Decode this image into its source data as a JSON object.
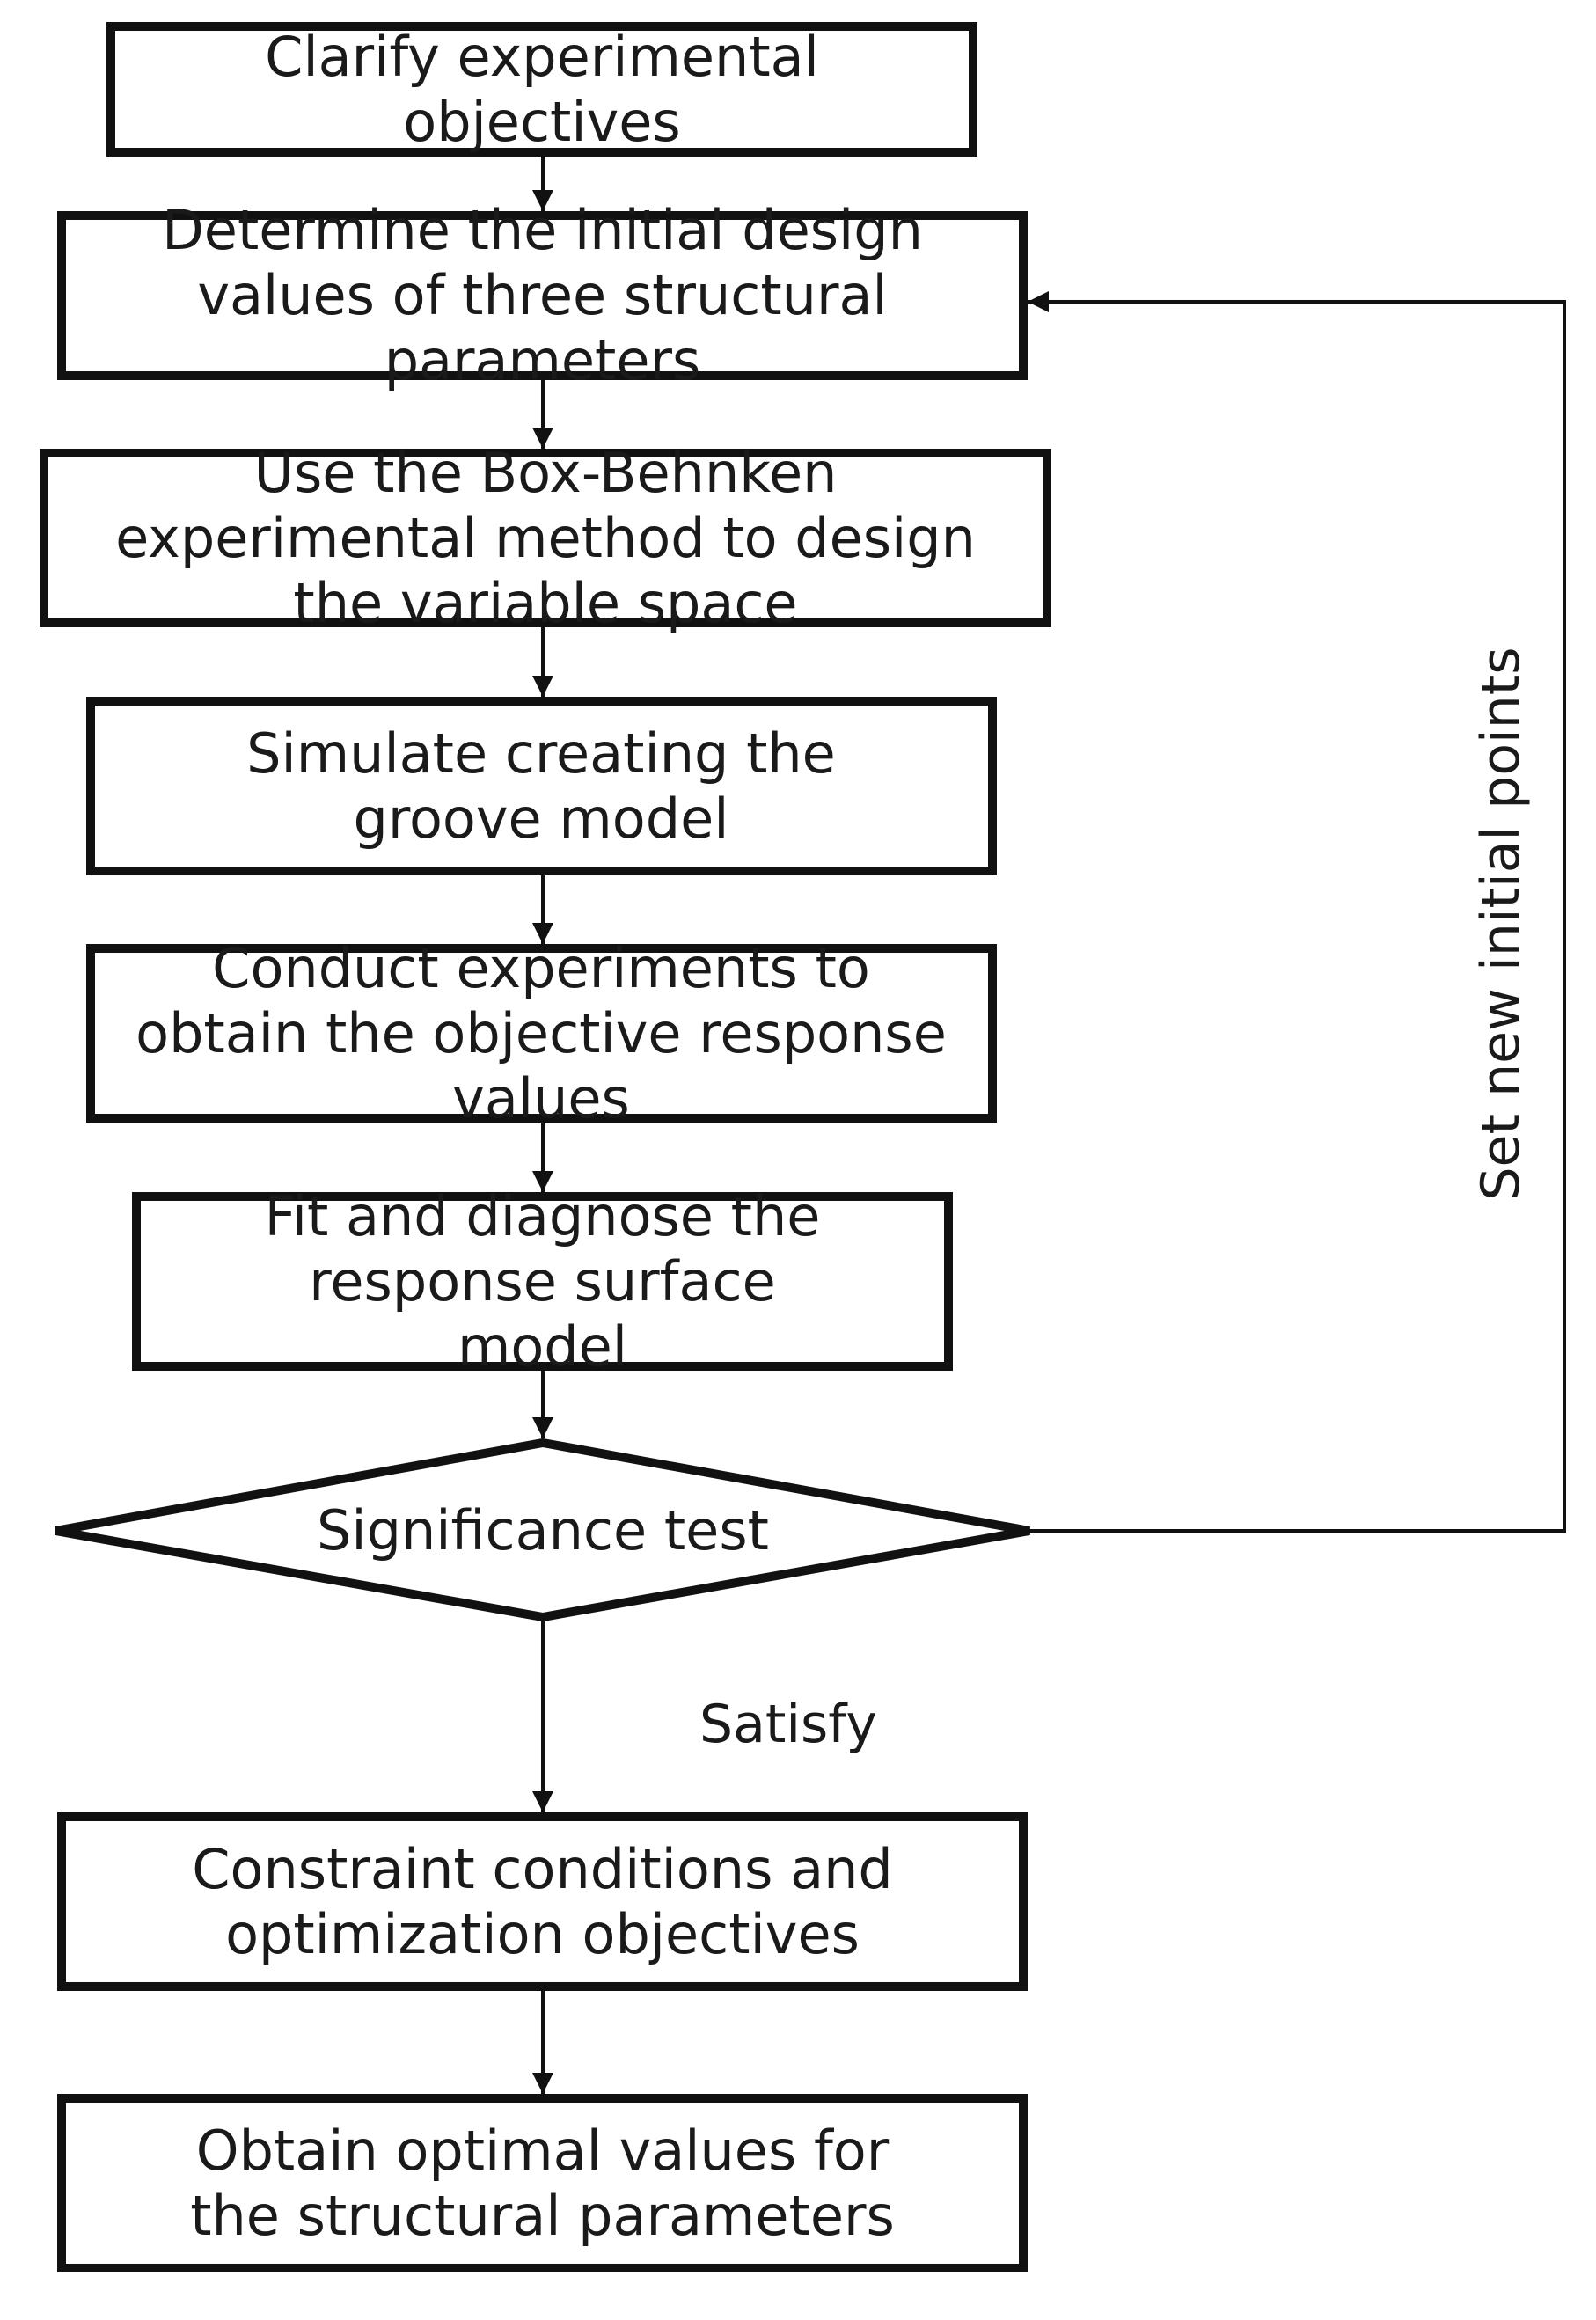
{
  "steps": [
    {
      "text": "Clarify experimental objectives"
    },
    {
      "text": "Determine the initial design values of three structural parameters"
    },
    {
      "text": "Use the Box-Behnken experimental method to design the variable space"
    },
    {
      "text": "Simulate creating the groove model"
    },
    {
      "text": "Conduct experiments to obtain the objective response values"
    },
    {
      "text": "Fit and diagnose the response surface model"
    }
  ],
  "decision": {
    "text": "Significance test"
  },
  "final_steps": [
    {
      "text": "Constraint conditions and optimization objectives"
    },
    {
      "text": "Obtain optimal values for the structural parameters"
    }
  ],
  "edge_labels": {
    "satisfy": "Satisfy",
    "loop_back": "Set new initial points"
  },
  "colors": {
    "stroke": "#111111",
    "text": "#1a1a1a",
    "background": "#ffffff"
  }
}
